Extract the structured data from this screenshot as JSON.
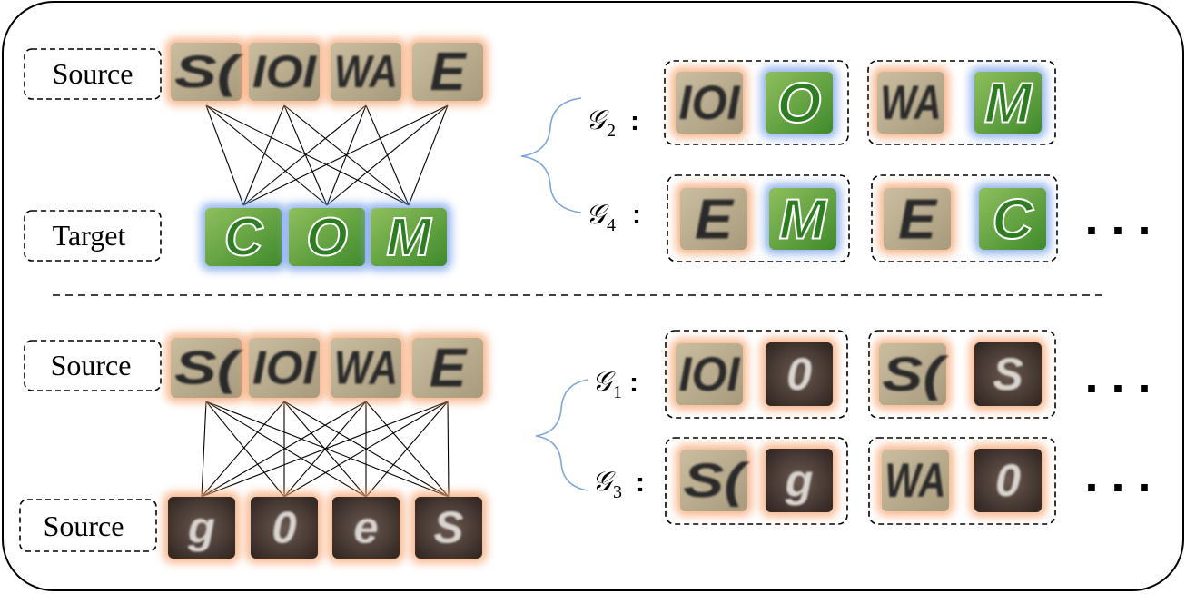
{
  "top": {
    "source_label": "Source",
    "target_label": "Target",
    "source_patches": [
      {
        "glyph": "S(",
        "kind": "src-text"
      },
      {
        "glyph": "IOI",
        "kind": "src-text"
      },
      {
        "glyph": "WA",
        "kind": "src-text"
      },
      {
        "glyph": "E",
        "kind": "src-text"
      }
    ],
    "target_patches": [
      {
        "glyph": "C",
        "kind": "tgt-green"
      },
      {
        "glyph": "O",
        "kind": "tgt-green"
      },
      {
        "glyph": "M",
        "kind": "tgt-green"
      }
    ],
    "groups": [
      {
        "symbol": "𝒢",
        "subscript": "2",
        "colon": ":",
        "pairs": [
          [
            {
              "glyph": "IOI",
              "kind": "src-text"
            },
            {
              "glyph": "O",
              "kind": "tgt-green"
            }
          ],
          [
            {
              "glyph": "WA",
              "kind": "src-text"
            },
            {
              "glyph": "M",
              "kind": "tgt-green"
            }
          ]
        ],
        "ellipsis": ""
      },
      {
        "symbol": "𝒢",
        "subscript": "4",
        "colon": ":",
        "pairs": [
          [
            {
              "glyph": "E",
              "kind": "src-text"
            },
            {
              "glyph": "M",
              "kind": "tgt-green"
            }
          ],
          [
            {
              "glyph": "E",
              "kind": "src-text"
            },
            {
              "glyph": "C",
              "kind": "tgt-green"
            }
          ]
        ],
        "ellipsis": "..."
      }
    ]
  },
  "bottom": {
    "source_label_1": "Source",
    "source_label_2": "Source",
    "source_patches": [
      {
        "glyph": "S(",
        "kind": "src-text"
      },
      {
        "glyph": "IOI",
        "kind": "src-text"
      },
      {
        "glyph": "WA",
        "kind": "src-text"
      },
      {
        "glyph": "E",
        "kind": "src-text"
      }
    ],
    "second_patches": [
      {
        "glyph": "g",
        "kind": "src-dark"
      },
      {
        "glyph": "0",
        "kind": "src-dark"
      },
      {
        "glyph": "e",
        "kind": "src-dark"
      },
      {
        "glyph": "S",
        "kind": "src-dark"
      }
    ],
    "groups": [
      {
        "symbol": "𝒢",
        "subscript": "1",
        "colon": ":",
        "pairs": [
          [
            {
              "glyph": "IOI",
              "kind": "src-text"
            },
            {
              "glyph": "0",
              "kind": "src-dark"
            }
          ],
          [
            {
              "glyph": "S(",
              "kind": "src-text"
            },
            {
              "glyph": "S",
              "kind": "src-dark"
            }
          ]
        ],
        "ellipsis": "..."
      },
      {
        "symbol": "𝒢",
        "subscript": "3",
        "colon": ":",
        "pairs": [
          [
            {
              "glyph": "S(",
              "kind": "src-text"
            },
            {
              "glyph": "g",
              "kind": "src-dark"
            }
          ],
          [
            {
              "glyph": "WA",
              "kind": "src-text"
            },
            {
              "glyph": "0",
              "kind": "src-dark"
            }
          ]
        ],
        "ellipsis": "..."
      }
    ]
  },
  "colors": {
    "orange_glow": "#f6a877",
    "blue_glow": "#7fa6ea",
    "brace": "#7aa6d8",
    "src_text_bg": "#b9ab90",
    "src_text_fg": "#2a2a2a",
    "green_bg": "#4e9a35",
    "green_fg": "#2f7d22",
    "dark_bg": "#4a3a34",
    "dark_fg": "#d9d4cf"
  }
}
